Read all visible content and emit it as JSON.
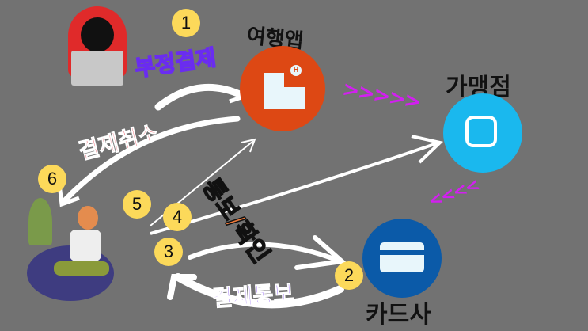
{
  "nodes": {
    "travel_app": {
      "label": "여행앱",
      "color": "#dd4814"
    },
    "merchant": {
      "label": "가맹점",
      "color": "#1ab8ee"
    },
    "card_company": {
      "label": "카드사",
      "color": "#0b5aa8"
    }
  },
  "steps": [
    {
      "number": "1",
      "label": "부정결제"
    },
    {
      "number": "2",
      "label": "결제통보"
    },
    {
      "number": "3"
    },
    {
      "number": "4"
    },
    {
      "number": "5",
      "label": "통보/확인"
    },
    {
      "number": "6",
      "label": "결제취소"
    }
  ],
  "hospital_sign": "H",
  "chevrons_right": ">>>>>",
  "chevrons_left": "<<<<",
  "colors": {
    "background": "#727272",
    "badge": "#fcd95a",
    "chevron": "#d21ff0"
  }
}
